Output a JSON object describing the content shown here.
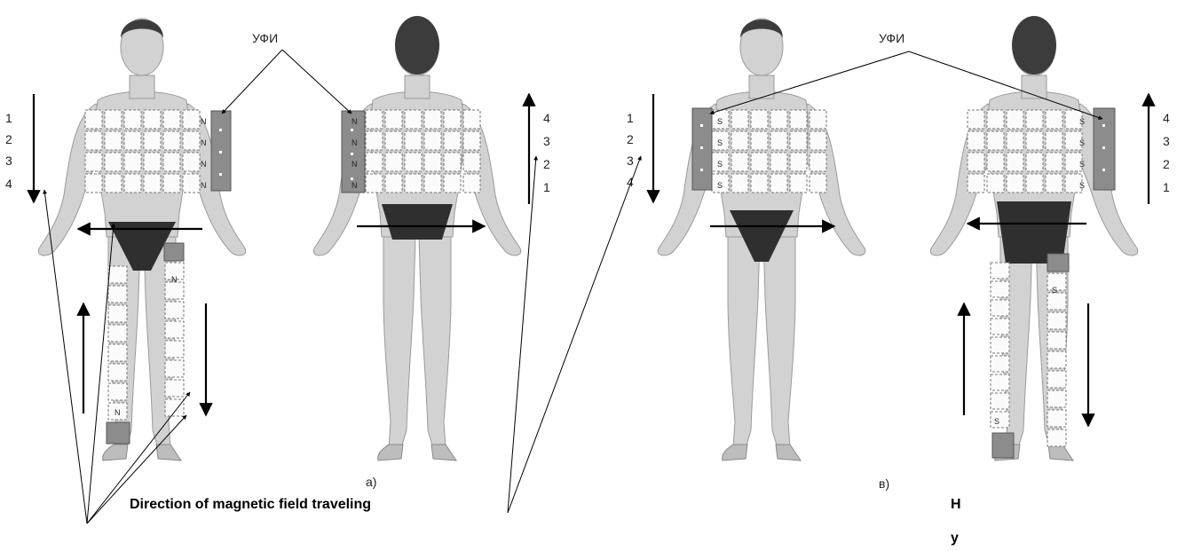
{
  "labels": {
    "uv_emitter_left": "УФИ",
    "uv_emitter_right": "УФИ",
    "caption": "Direction of magnetic field traveling",
    "sub_a": "а)",
    "sub_b": "в)",
    "stray_1": "Н",
    "stray_2": "у"
  },
  "zone_numbers": {
    "panel_a_front": [
      "1",
      "2",
      "3",
      "4"
    ],
    "panel_a_back": [
      "4",
      "3",
      "2",
      "1"
    ],
    "panel_b_front": [
      "1",
      "2",
      "3",
      "4"
    ],
    "panel_b_back": [
      "4",
      "3",
      "2",
      "1"
    ]
  },
  "poles": {
    "panel_a": "N",
    "panel_b": "S"
  }
}
